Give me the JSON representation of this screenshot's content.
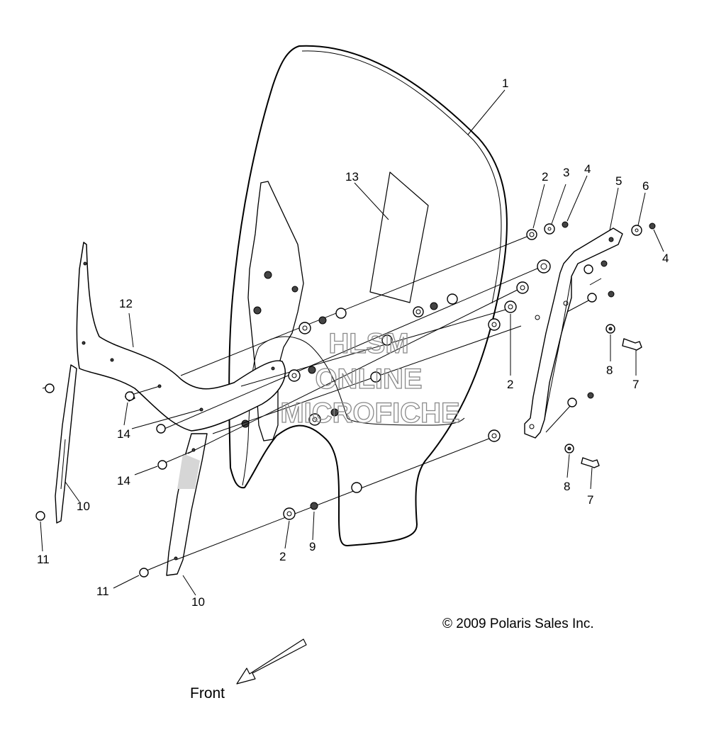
{
  "callouts": {
    "c1": "1",
    "c2a": "2",
    "c3": "3",
    "c4a": "4",
    "c5": "5",
    "c6": "6",
    "c4b": "4",
    "c2b": "2",
    "c8a": "8",
    "c7a": "7",
    "c8b": "8",
    "c7b": "7",
    "c13": "13",
    "c12": "12",
    "c14a": "14",
    "c14b": "14",
    "c10a": "10",
    "c11a": "11",
    "c2c": "2",
    "c9": "9",
    "c11b": "11",
    "c10b": "10"
  },
  "watermark": {
    "line1": "HLSM",
    "line2": "ONLINE",
    "line3": "MICROFICHE"
  },
  "copyright": "© 2009 Polaris Sales Inc.",
  "direction_label": "Front"
}
